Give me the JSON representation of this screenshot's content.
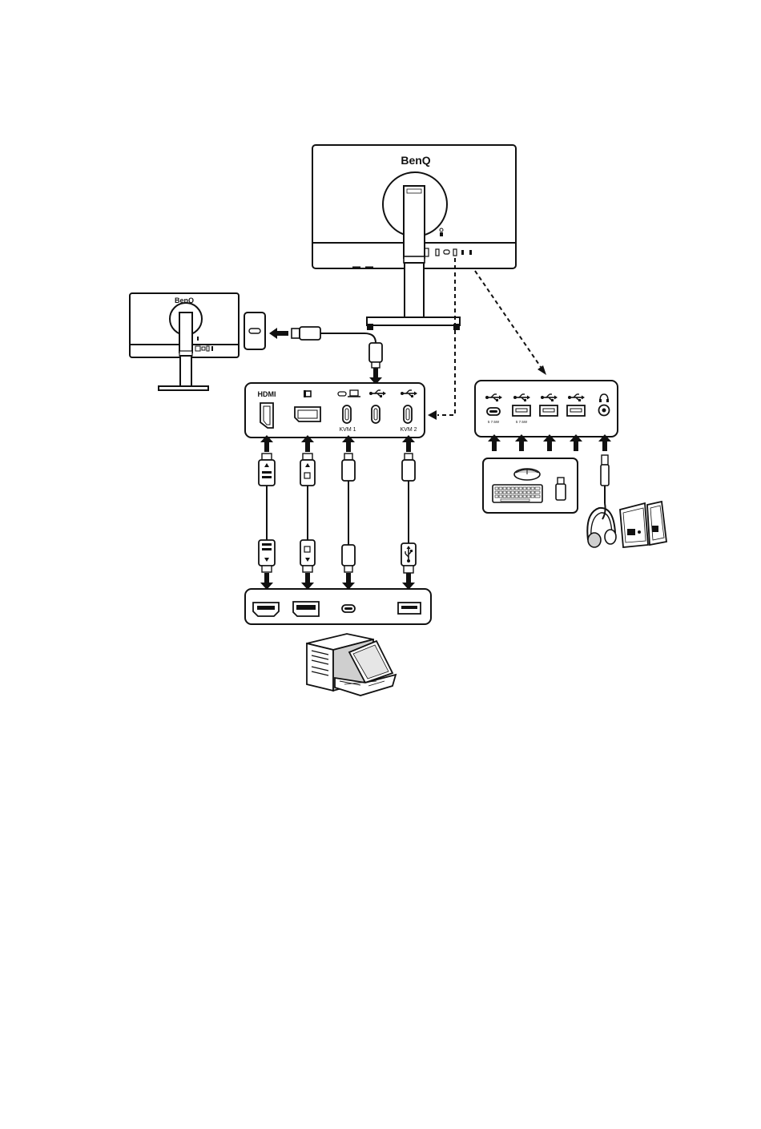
{
  "brand": {
    "main_monitor_logo": "BenQ",
    "second_monitor_logo": "BenQ"
  },
  "rear_panel": {
    "port_icons": [
      "hdmi-icon",
      "displayport-icon",
      "usb-c-laptop-icon",
      "usb-icon",
      "usb-icon"
    ],
    "labels": {
      "kvm1": "KVM 1",
      "kvm2": "KVM 2"
    }
  },
  "side_panel": {
    "port_icons": [
      "usb-icon",
      "usb-icon",
      "usb-icon",
      "usb-icon",
      "headphone-icon"
    ],
    "power_labels": [
      "5 7.5W",
      "5 7.5W"
    ]
  },
  "peripherals": [
    "keyboard",
    "mouse",
    "usb-flash-drive",
    "headphones",
    "speakers"
  ],
  "computer": [
    "desktop-tower",
    "laptop"
  ]
}
